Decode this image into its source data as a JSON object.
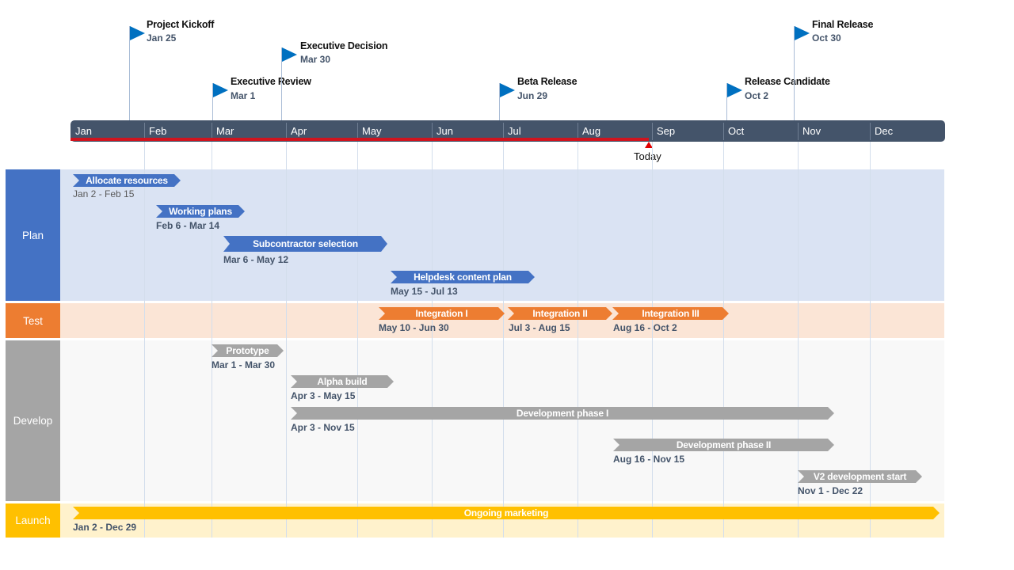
{
  "timeline": {
    "months": [
      "Jan",
      "Feb",
      "Mar",
      "Apr",
      "May",
      "Jun",
      "Jul",
      "Aug",
      "Sep",
      "Oct",
      "Nov",
      "Dec"
    ],
    "today_label": "Today",
    "colors": {
      "band": "#44546A",
      "progress": "#D0141E",
      "today_marker": "#E00000",
      "milestone_flag": "#0070C0"
    }
  },
  "milestones": [
    {
      "title": "Project Kickoff",
      "date": "Jan 25"
    },
    {
      "title": "Executive Review",
      "date": "Mar 1"
    },
    {
      "title": "Executive Decision",
      "date": "Mar 30"
    },
    {
      "title": "Beta Release",
      "date": "Jun 29"
    },
    {
      "title": "Release Candidate",
      "date": "Oct 2"
    },
    {
      "title": "Final Release",
      "date": "Oct 30"
    }
  ],
  "lanes": [
    {
      "label": "Plan",
      "color": "#4472C4",
      "bg": "#DAE3F3"
    },
    {
      "label": "Test",
      "color": "#ED7D31",
      "bg": "#FBE5D6"
    },
    {
      "label": "Develop",
      "color": "#A5A5A5",
      "bg": "#F8F8F8"
    },
    {
      "label": "Launch",
      "color": "#FFC000",
      "bg": "#FFF2CC"
    }
  ],
  "tasks": {
    "plan": [
      {
        "name": "Allocate resources",
        "dates": "Jan 2 - Feb 15"
      },
      {
        "name": "Working plans",
        "dates": "Feb 6 - Mar 14"
      },
      {
        "name": "Subcontractor selection",
        "dates": "Mar 6 - May 12"
      },
      {
        "name": "Helpdesk content plan",
        "dates": "May 15 - Jul 13"
      }
    ],
    "test": [
      {
        "name": "Integration I",
        "dates": "May 10 - Jun 30"
      },
      {
        "name": "Integration II",
        "dates": "Jul 3 - Aug 15"
      },
      {
        "name": "Integration III",
        "dates": "Aug 16 - Oct 2"
      }
    ],
    "develop": [
      {
        "name": "Prototype",
        "dates": "Mar 1 - Mar 30"
      },
      {
        "name": "Alpha build",
        "dates": "Apr 3 - May 15"
      },
      {
        "name": "Development phase I",
        "dates": "Apr 3 - Nov 15"
      },
      {
        "name": "Development phase II",
        "dates": "Aug 16 - Nov 15"
      },
      {
        "name": "V2 development start",
        "dates": "Nov 1 - Dec 22"
      }
    ],
    "launch": [
      {
        "name": "Ongoing marketing",
        "dates": "Jan 2 - Dec 29"
      }
    ]
  },
  "chart_data": {
    "type": "gantt",
    "title": "",
    "x_axis": {
      "unit": "month",
      "ticks": [
        "Jan",
        "Feb",
        "Mar",
        "Apr",
        "May",
        "Jun",
        "Jul",
        "Aug",
        "Sep",
        "Oct",
        "Nov",
        "Dec"
      ]
    },
    "today": "approx. Aug 29",
    "milestones": [
      {
        "name": "Project Kickoff",
        "date": "Jan 25"
      },
      {
        "name": "Executive Review",
        "date": "Mar 1"
      },
      {
        "name": "Executive Decision",
        "date": "Mar 30"
      },
      {
        "name": "Beta Release",
        "date": "Jun 29"
      },
      {
        "name": "Release Candidate",
        "date": "Oct 2"
      },
      {
        "name": "Final Release",
        "date": "Oct 30"
      }
    ],
    "series": [
      {
        "name": "Plan",
        "tasks": [
          {
            "task": "Allocate resources",
            "start": "Jan 2",
            "end": "Feb 15"
          },
          {
            "task": "Working plans",
            "start": "Feb 6",
            "end": "Mar 14"
          },
          {
            "task": "Subcontractor selection",
            "start": "Mar 6",
            "end": "May 12"
          },
          {
            "task": "Helpdesk content plan",
            "start": "May 15",
            "end": "Jul 13"
          }
        ]
      },
      {
        "name": "Test",
        "tasks": [
          {
            "task": "Integration I",
            "start": "May 10",
            "end": "Jun 30"
          },
          {
            "task": "Integration II",
            "start": "Jul 3",
            "end": "Aug 15"
          },
          {
            "task": "Integration III",
            "start": "Aug 16",
            "end": "Oct 2"
          }
        ]
      },
      {
        "name": "Develop",
        "tasks": [
          {
            "task": "Prototype",
            "start": "Mar 1",
            "end": "Mar 30"
          },
          {
            "task": "Alpha build",
            "start": "Apr 3",
            "end": "May 15"
          },
          {
            "task": "Development phase I",
            "start": "Apr 3",
            "end": "Nov 15"
          },
          {
            "task": "Development phase II",
            "start": "Aug 16",
            "end": "Nov 15"
          },
          {
            "task": "V2 development start",
            "start": "Nov 1",
            "end": "Dec 22"
          }
        ]
      },
      {
        "name": "Launch",
        "tasks": [
          {
            "task": "Ongoing marketing",
            "start": "Jan 2",
            "end": "Dec 29"
          }
        ]
      }
    ]
  }
}
